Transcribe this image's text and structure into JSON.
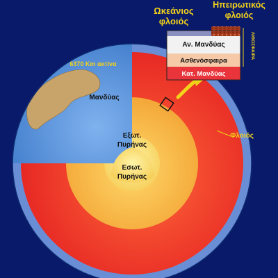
{
  "labels": {
    "oceanic_crust": [
      "Ωκεάνιος",
      "φλοιός"
    ],
    "continental_crust": [
      "Ηπειρωτικός",
      "φλοιός"
    ],
    "lithosphere": "ΛΙΘΟΣΦΑΙΡΑ",
    "upper_mantle": "Αν. Μανδύας",
    "asthenosphere": "Ασθενόσφαιρα",
    "lower_mantle": "Κατ. Μανδύας",
    "radius": "6370 Km ακτίνα",
    "mantle": "Μανδύας",
    "crust": "Φλοιός",
    "outer_core": [
      "Εξωτ.",
      "Πυρήνας"
    ],
    "inner_core": [
      "Εσωτ.",
      "Πυρήνας"
    ]
  },
  "colors": {
    "background": "#0a1a6b",
    "ocean": "#3b78c8",
    "mantle": "#e8262a",
    "outer_core": "#f4b040",
    "inner_core": "#f8de60",
    "label_yellow": "#f2d21a",
    "label_dark": "#111111",
    "label_white": "#ffffff",
    "upper_mantle_layer": "#f2f2f2",
    "asthenosphere_layer": "#f6c9a8",
    "lower_mantle_layer": "#e8343a",
    "oceanic_crust_band": "#8a8fbf",
    "continental_crust_block": "#b03a1c"
  }
}
